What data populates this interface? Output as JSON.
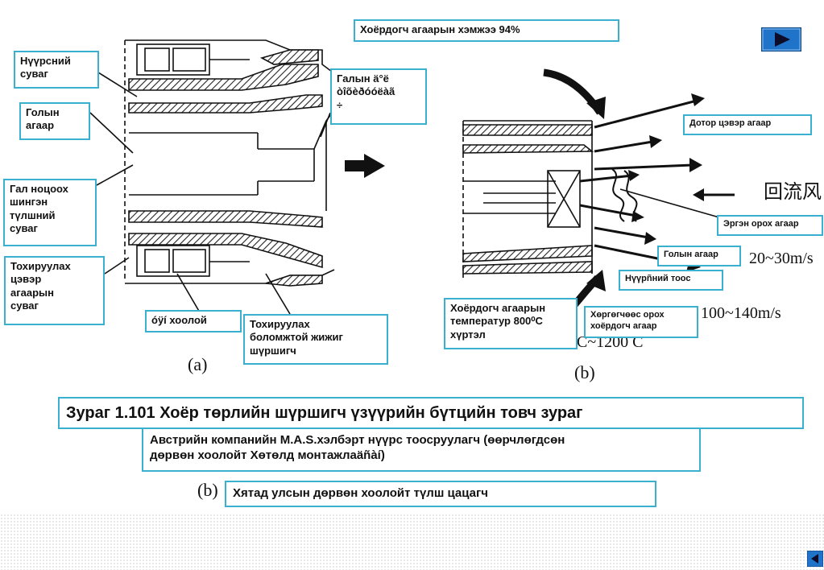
{
  "labels": {
    "header": "Хоёрдогч агаарын хэмжээ 94%",
    "coal_channel": "Нүүрсний\nсуваг",
    "center_air": "Голын\nагаар",
    "flame_pipe": "Гал ноцоох\nшингэн\nтүлшний\nсуваг",
    "adjust_air": "Тохируулах\nцэвэр\nагаарын\nсуваг",
    "oil_pipe": "óÿí хоолой",
    "adjust_nozzle": "Тохируулах\nболомжтой жижиг\nшүршигч",
    "flame_stabilizer": "Галын ä°ё\nòîõèðóóëàã\n÷",
    "inner_clean_air": "Дотор цэвэр  агаар",
    "return_air": "Эргэн орох агаар",
    "center_air_b": "Голын  агаар",
    "coal_dust": "Нүүрñний тоос",
    "secondary_temp": "Хоёрдогч агаарын\nтемператур 800⁰С\nхүртэл",
    "outer_secondary": "Хөргөгчөөс  орох\nхоёрдогч агаар",
    "caption_title": "Зураг 1.101 Хоёр төрлийн шүршигч үзүүрийн бүтцийн товч зураг",
    "caption_austria": "Австрийн компанийн M.A.S.хэлбэрт нүүрс тоосруулагч (өөрчлөгдсөн\nдөрвөн хоолойт Хөтөлд монтажлаäñàí)",
    "caption_china": "Хятад улсын дөрвөн хоолойт түлш цацагч"
  },
  "scan_text": {
    "fig_a": "(a)",
    "fig_b": "(b)",
    "fig_b_lower": "(b)",
    "backflow_cn": "回流风",
    "speed_1": "20~30m/s",
    "speed_2": "100~140m/s",
    "temp_partial": "C~1200 C"
  },
  "nav": {
    "next_icon": "play-right-icon",
    "prev_icon": "play-left-icon"
  },
  "colors": {
    "label_border": "#3ab0d0",
    "nav_fill": "#1f73c8"
  }
}
